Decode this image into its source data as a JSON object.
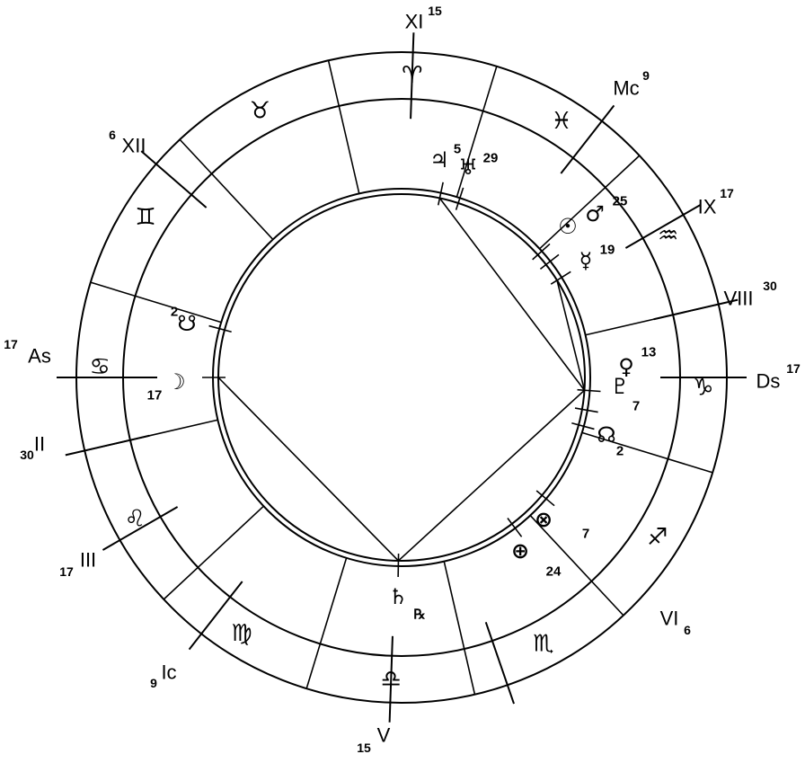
{
  "ascendant_longitude": 107,
  "colors": {
    "ink": "#000000",
    "background": "#ffffff"
  },
  "signs": [
    {
      "name": "aries",
      "glyph": "♈"
    },
    {
      "name": "taurus",
      "glyph": "♉"
    },
    {
      "name": "gemini",
      "glyph": "♊"
    },
    {
      "name": "cancer",
      "glyph": "♋"
    },
    {
      "name": "leo",
      "glyph": "♌"
    },
    {
      "name": "virgo",
      "glyph": "♍"
    },
    {
      "name": "libra",
      "glyph": "♎"
    },
    {
      "name": "scorpio",
      "glyph": "♏"
    },
    {
      "name": "sagittarius",
      "glyph": "♐"
    },
    {
      "name": "capricorn",
      "glyph": "♑"
    },
    {
      "name": "aquarius",
      "glyph": "♒"
    },
    {
      "name": "pisces",
      "glyph": "♓"
    }
  ],
  "houses": [
    {
      "id": "as",
      "label": "As",
      "degree": "17",
      "lon": 107
    },
    {
      "id": "ii",
      "label": "II",
      "degree": "30",
      "lon": 120
    },
    {
      "id": "iii",
      "label": "III",
      "degree": "17",
      "lon": 137
    },
    {
      "id": "ic",
      "label": "Ic",
      "degree": "9",
      "lon": 159
    },
    {
      "id": "v",
      "label": "V",
      "degree": "15",
      "lon": 195
    },
    {
      "id": "vi",
      "label": "VI",
      "degree": "6",
      "lon": 216
    },
    {
      "id": "ds",
      "label": "Ds",
      "degree": "17",
      "lon": 287
    },
    {
      "id": "viii",
      "label": "VIII",
      "degree": "30",
      "lon": 300
    },
    {
      "id": "ix",
      "label": "IX",
      "degree": "17",
      "lon": 317
    },
    {
      "id": "mc",
      "label": "Mc",
      "degree": "9",
      "lon": 339
    },
    {
      "id": "xi",
      "label": "XI",
      "degree": "15",
      "lon": 15
    },
    {
      "id": "xii",
      "label": "XII",
      "degree": "6",
      "lon": 66
    }
  ],
  "planets": [
    {
      "id": "jupiter",
      "glyph": "♃",
      "label": "5",
      "lon": 5
    },
    {
      "id": "uranus",
      "glyph": "♅",
      "label": "29",
      "lon": 359
    },
    {
      "id": "sun",
      "glyph": "☉",
      "lon": 329
    },
    {
      "id": "mars",
      "glyph": "♂",
      "label": "25",
      "lon": 325
    },
    {
      "id": "mercury",
      "glyph": "☿",
      "label": "19",
      "lon": 319
    },
    {
      "id": "venus",
      "glyph": "♀",
      "label": "13",
      "lon": 283
    },
    {
      "id": "pluto",
      "glyph": "♇",
      "label": "7",
      "lon": 277
    },
    {
      "id": "north-node",
      "glyph": "☊",
      "label": "2",
      "lon": 272
    },
    {
      "id": "part-of-fortune",
      "glyph": "⊗",
      "label": "7",
      "lon": 247
    },
    {
      "id": "earth",
      "glyph": "⊕",
      "label": "24",
      "lon": 234
    },
    {
      "id": "saturn",
      "glyph": "♄",
      "label": "℞",
      "lon": 196
    },
    {
      "id": "moon",
      "glyph": "☽",
      "label": "17",
      "lon": 107
    },
    {
      "id": "south-node",
      "glyph": "☋",
      "label": "2",
      "lon": 92
    }
  ],
  "aspects": [
    [
      "jupiter",
      "venus"
    ],
    [
      "mercury",
      "venus"
    ],
    [
      "venus",
      "saturn"
    ],
    [
      "saturn",
      "moon"
    ]
  ]
}
